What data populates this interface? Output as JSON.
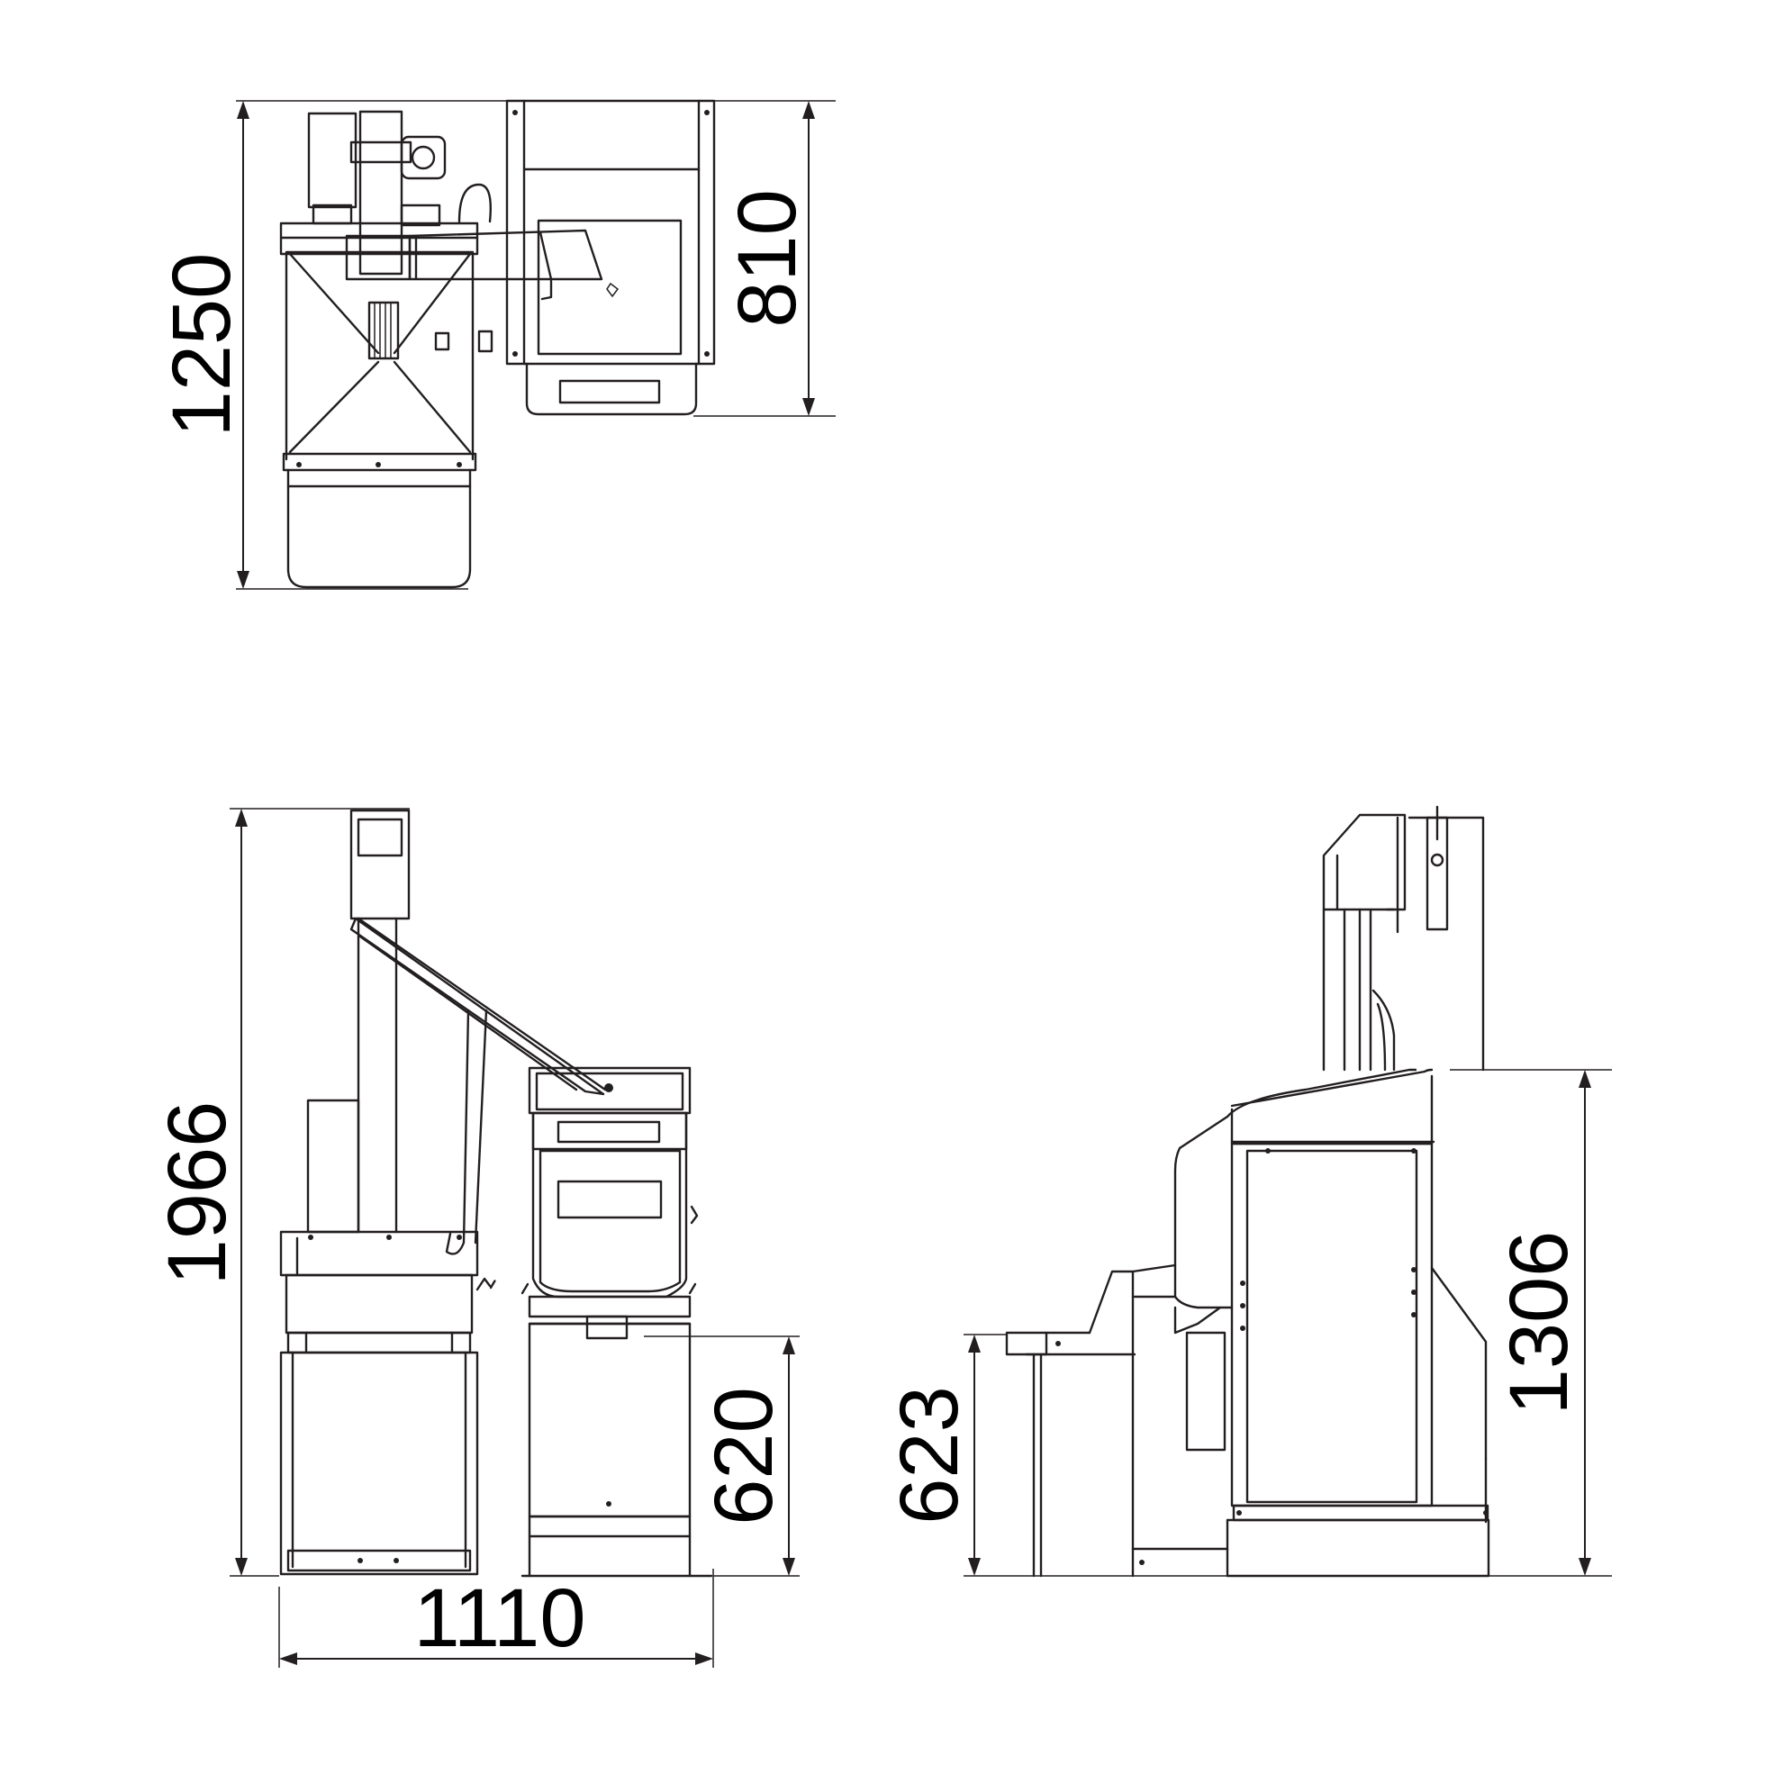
{
  "colors": {
    "line": "#231f20",
    "background": "#ffffff"
  },
  "views": {
    "top": {
      "dimensions": {
        "overall_depth": "1250",
        "unit_depth": "810"
      }
    },
    "front": {
      "dimensions": {
        "height": "1966",
        "table_height": "620",
        "width": "1110"
      }
    },
    "side": {
      "dimensions": {
        "step_height": "623",
        "body_height": "1306"
      }
    }
  }
}
